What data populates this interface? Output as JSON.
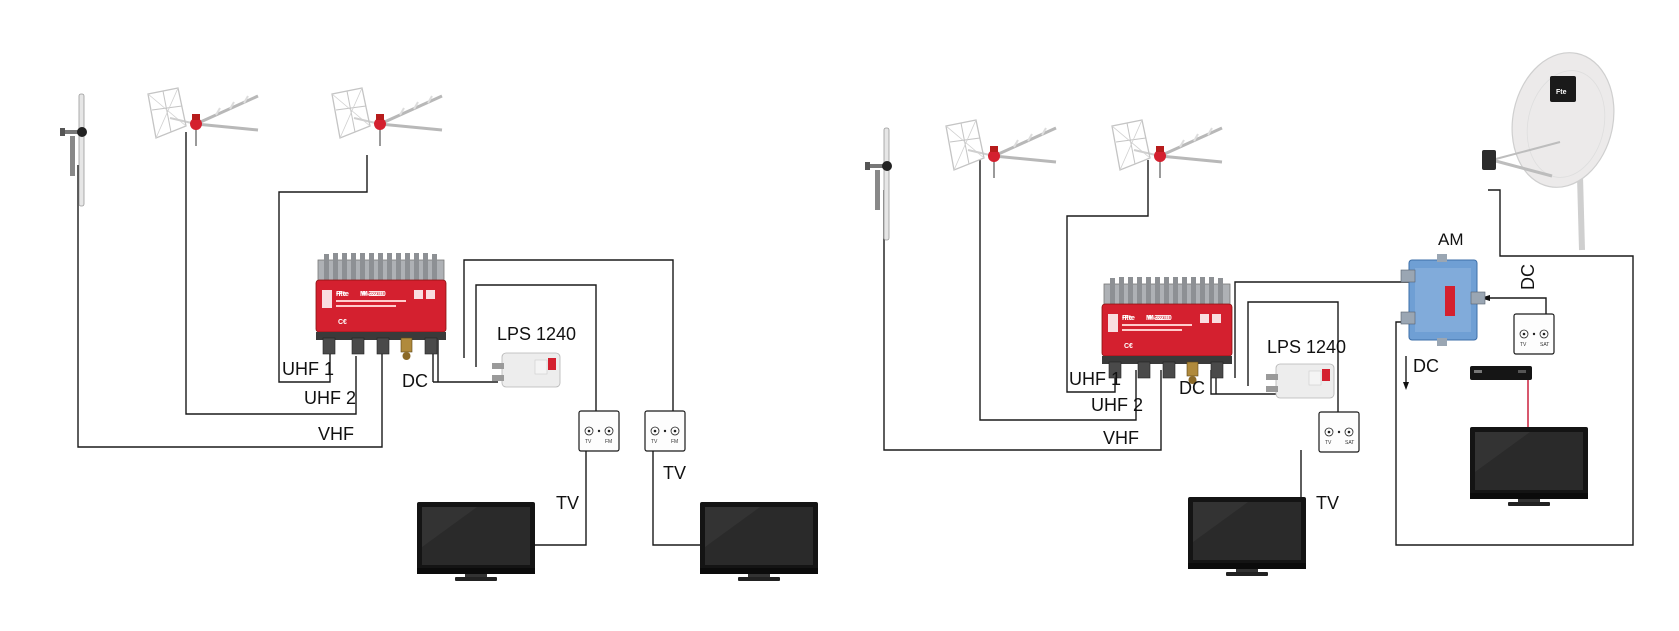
{
  "left_install": {
    "amplifier": {
      "brand": "Fte",
      "model": "M-3200"
    },
    "psu": {
      "label": "LPS 1240"
    },
    "inputs": {
      "uhf1": "UHF 1",
      "uhf2": "UHF 2",
      "vhf": "VHF"
    },
    "dc_label": "DC",
    "outlet_a": {
      "label": "TV",
      "port1": "TV",
      "port2": "FM"
    },
    "outlet_b": {
      "label": "TV",
      "port1": "TV",
      "port2": "FM"
    }
  },
  "right_install": {
    "amplifier": {
      "brand": "Fte",
      "model": "M-3200"
    },
    "psu": {
      "label": "LPS 1240"
    },
    "inputs": {
      "uhf1": "UHF 1",
      "uhf2": "UHF 2",
      "vhf": "VHF"
    },
    "dc_label": "DC",
    "mixer": {
      "label": "AM",
      "dc_label": "DC",
      "dc_down_label": "DC"
    },
    "dish": {
      "brand": "Fte"
    },
    "outlet_a": {
      "label": "TV",
      "port1": "TV",
      "port2": "SAT"
    },
    "outlet_b": {
      "port1": "TV",
      "port2": "SAT"
    }
  },
  "colors": {
    "brand_red": "#d4202f",
    "line": "#1a1a1a",
    "mixer_blue": "#5b8fc7"
  }
}
